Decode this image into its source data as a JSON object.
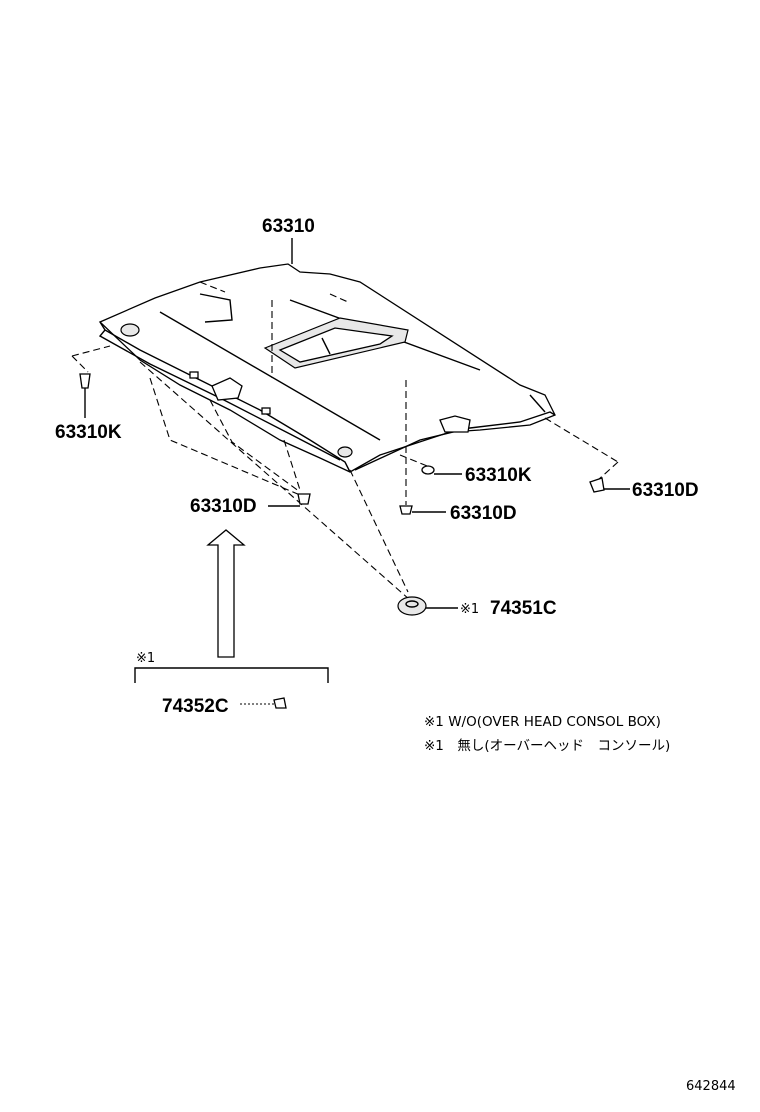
{
  "callouts": {
    "headlining": "63310",
    "clip_left": "63310K",
    "clip_right": "63310K",
    "screw_center": "63310D",
    "screw_right": "63310D",
    "screw_left": "63310D",
    "cover_c": "74351C",
    "cover_c_mark": "※1",
    "cover_d": "74352C",
    "cover_d_mark": "※1"
  },
  "notes": {
    "line_en": "※1 W/O(OVER HEAD CONSOL BOX)",
    "line_jp": "※1　無し(オーバーヘッド　コンソール)"
  },
  "diagram_id": "642844"
}
